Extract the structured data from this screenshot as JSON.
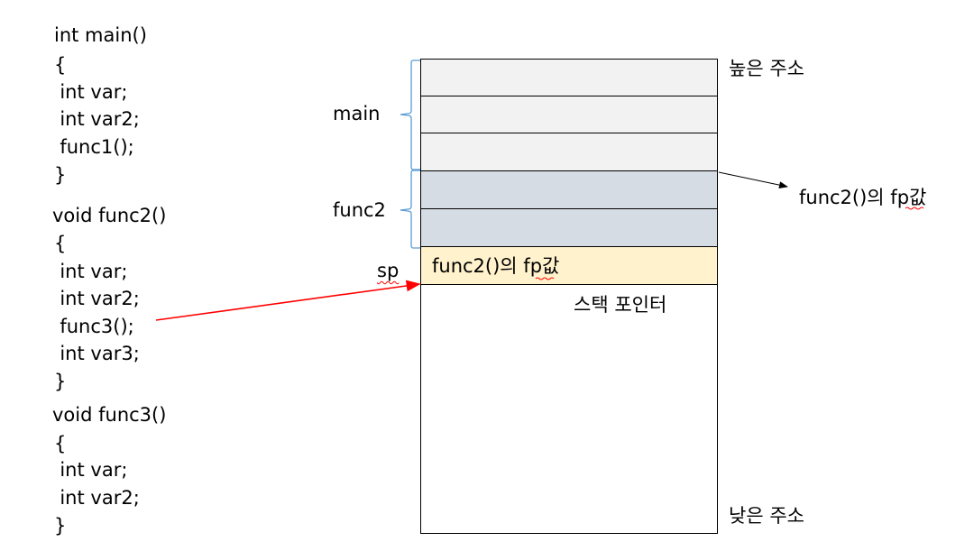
{
  "code": [
    "int main()",
    "{",
    "  int var;",
    "  int var2;",
    "  func1();",
    "}",
    "void func2()",
    "{",
    "  int var;",
    "  int var2;",
    "  func3();",
    "  int var3;",
    "}",
    "void func3()",
    "{",
    "  int var;",
    "  int var2;",
    "}"
  ],
  "labels": {
    "main": "main",
    "func2": "func2",
    "sp": "sp",
    "high_address": "높은 주소",
    "low_address": "낮은 주소",
    "stack_pointer": "스택 포인터",
    "fp_value_right": "func2()의 fp값",
    "fp_value_cell": "func2()의 fp값"
  },
  "colors": {
    "main_frame": "#f2f2f2",
    "func2_frame": "#d6dce4",
    "sp_cell": "#fff2cc",
    "brace": "#5b9bd5",
    "red_arrow": "#ff0000",
    "border": "#000000"
  }
}
